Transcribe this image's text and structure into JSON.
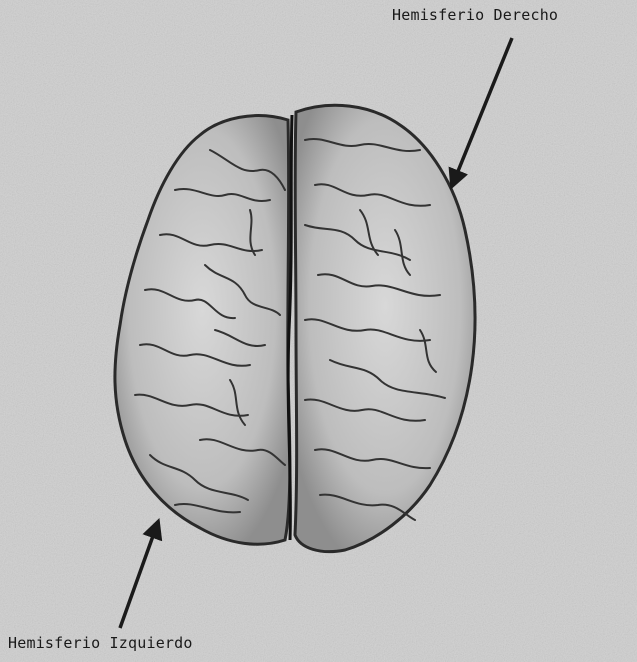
{
  "labels": {
    "right_hemisphere": "Hemisferio Derecho",
    "left_hemisphere": "Hemisferio Izquierdo"
  },
  "colors": {
    "paper": "#d4d4d4",
    "ink": "#1a1a1a",
    "brain_fill": "#c9c9c9"
  },
  "figure": {
    "subject": "brain-top-view-illustration",
    "icon": "brain-icon"
  }
}
